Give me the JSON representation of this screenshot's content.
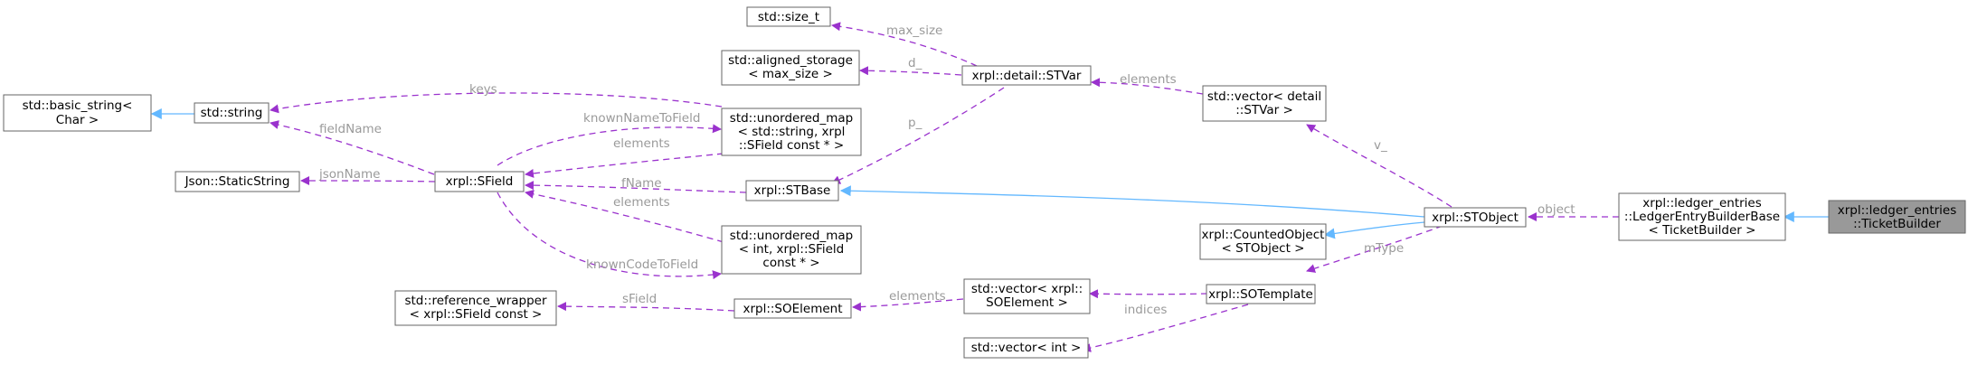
{
  "diagram": {
    "nodes": {
      "ticket_builder": [
        "xrpl::ledger_entries",
        "::TicketBuilder"
      ],
      "ledger_entry_builder_base": [
        "xrpl::ledger_entries",
        "::LedgerEntryBuilderBase",
        "< TicketBuilder >"
      ],
      "stobject": [
        "xrpl::STObject"
      ],
      "vector_stvar": [
        "std::vector< detail",
        "::STVar >"
      ],
      "counted_object": [
        "xrpl::CountedObject",
        "< STObject >"
      ],
      "sotemplate": [
        "xrpl::SOTemplate"
      ],
      "stvar": [
        "xrpl::detail::STVar"
      ],
      "size_t": [
        "std::size_t"
      ],
      "aligned_storage": [
        "std::aligned_storage",
        "< max_size >"
      ],
      "stbase": [
        "xrpl::STBase"
      ],
      "map_string": [
        "std::unordered_map",
        "< std::string, xrpl",
        "::SField const * >"
      ],
      "map_int": [
        "std::unordered_map",
        "< int, xrpl::SField",
        "const * >"
      ],
      "vector_soelement": [
        "std::vector< xrpl::",
        "SOElement >"
      ],
      "vector_int": [
        "std::vector< int >"
      ],
      "soelement": [
        "xrpl::SOElement"
      ],
      "reference_wrapper": [
        "std::reference_wrapper",
        "< xrpl::SField const >"
      ],
      "sfield": [
        "xrpl::SField"
      ],
      "std_string": [
        "std::string"
      ],
      "basic_string": [
        "std::basic_string<",
        "Char >"
      ],
      "static_string": [
        "Json::StaticString"
      ]
    },
    "edge_labels": {
      "object": "object",
      "v_": "v_",
      "elements_stvar": "elements",
      "mtype": "mType",
      "max_size": "max_size",
      "d_": "d_",
      "p_": "p_",
      "keys": "keys",
      "known_name_to_field": "knownNameToField",
      "elements_map_string": "elements",
      "fname": "fName",
      "elements_map_int": "elements",
      "known_code_to_field": "knownCodeToField",
      "elements_soelement": "elements",
      "indices": "indices",
      "sfield": "sField",
      "field_name": "fieldName",
      "json_name": "jsonName"
    },
    "colors": {
      "usage_edge": "#9a32cd",
      "inheritance_edge": "#63b8ff",
      "node_border": "#666666",
      "focus_node_fill": "#999999",
      "edge_label": "#9a9a9a"
    }
  }
}
